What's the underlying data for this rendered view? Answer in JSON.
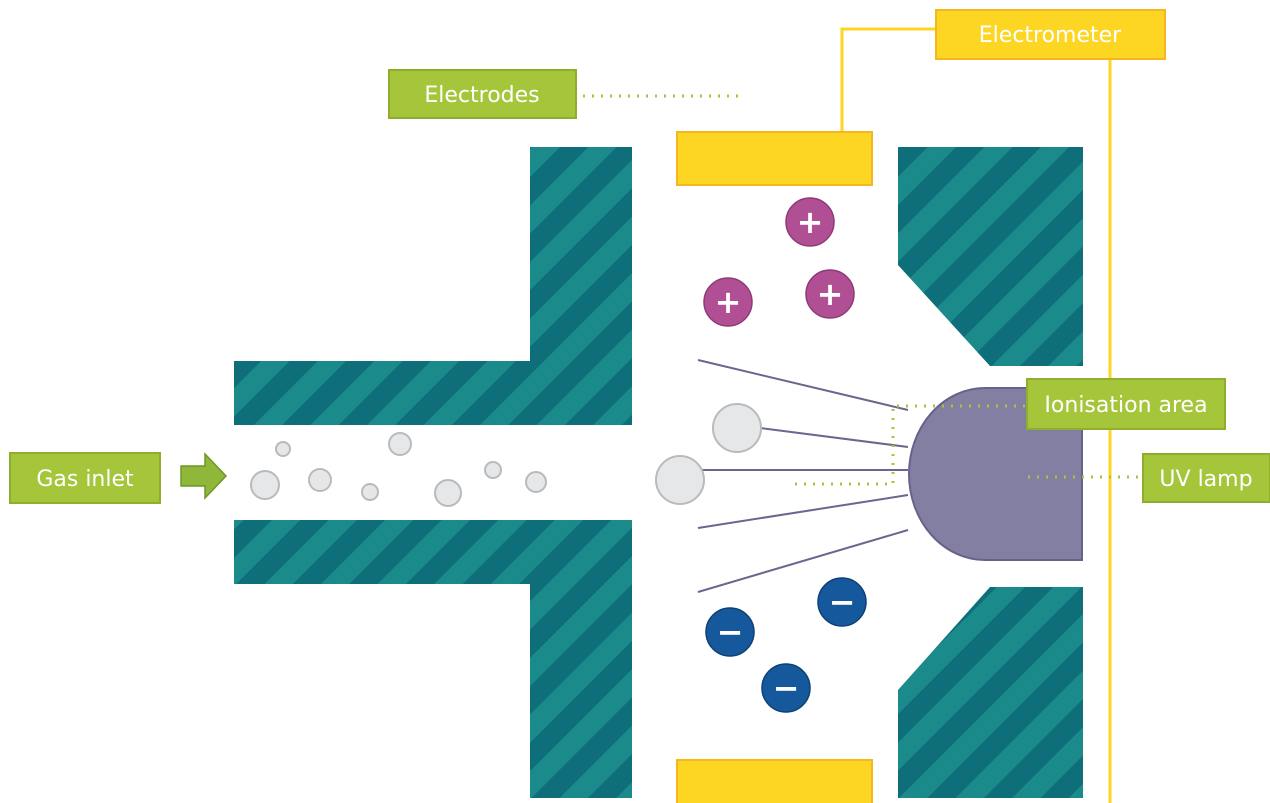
{
  "labels": {
    "electrometer": "Electrometer",
    "electrodes": "Electrodes",
    "ionisation_area": "Ionisation area",
    "gas_inlet": "Gas inlet",
    "uv_lamp": "UV lamp"
  },
  "ions": {
    "positive_symbol": "+",
    "negative_symbol": "−",
    "positive_count": 3,
    "negative_count": 3
  },
  "colors": {
    "housing_dark": "#0e6e7a",
    "housing_light": "#1b8a8a",
    "electrode_fill": "#fdd624",
    "electrode_border": "#f5b622",
    "wire": "#fdd624",
    "label_bg": "#a5c63b",
    "label_border": "#8fae2c",
    "leader_dots": "#a5c63b",
    "arrow": "#8fb83a",
    "positive_ion": "#b04f93",
    "negative_ion": "#15589b",
    "uv_lamp": "#837fa3",
    "uv_lamp_border": "#66628a",
    "rays": "#6a6690",
    "molecule_fill": "#e6e7e8",
    "molecule_border": "#b8babc"
  }
}
